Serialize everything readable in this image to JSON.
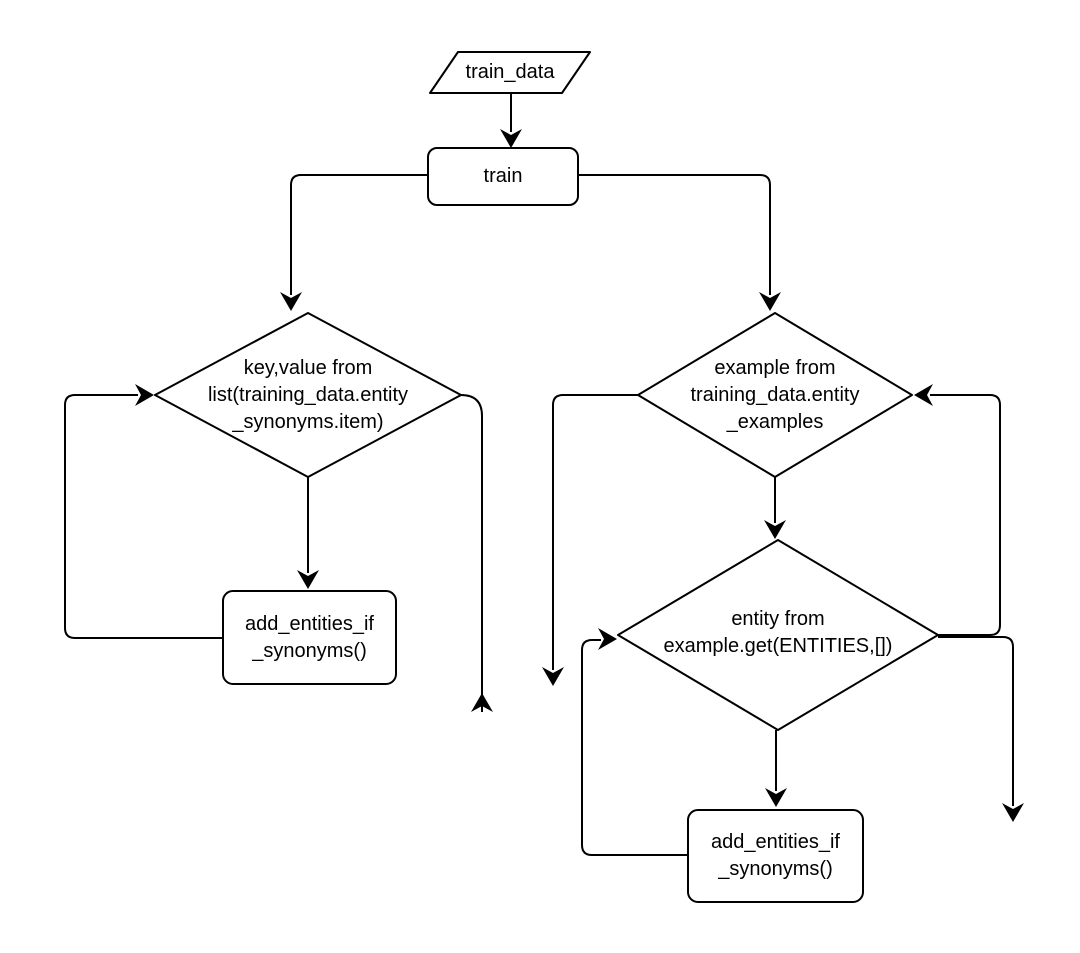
{
  "diagram": {
    "kind": "flowchart",
    "colors": {
      "background": "#ffffff",
      "shape_fill": "#ffffff",
      "stroke": "#000000",
      "text": "#000000"
    },
    "nodes": {
      "train_data": {
        "shape": "parallelogram",
        "label": "train_data"
      },
      "train": {
        "shape": "rounded-rectangle",
        "label": "train"
      },
      "loop_synonyms": {
        "shape": "diamond",
        "label": "key,value from list(training_data.entity_synonyms.item)",
        "lines": [
          "key,value from",
          "list(training_data.entity",
          "_synonyms.item)"
        ]
      },
      "loop_examples": {
        "shape": "diamond",
        "label": "example from training_data.entity_examples",
        "lines": [
          "example from",
          "training_data.entity",
          "_examples"
        ]
      },
      "loop_entities": {
        "shape": "diamond",
        "label": "entity from example.get(ENTITIES,[])",
        "lines": [
          "entity from",
          "example.get(ENTITIES,[])"
        ]
      },
      "body_synonyms": {
        "shape": "rounded-rectangle",
        "label": "add_entities_if_synonyms()",
        "lines": [
          "add_entities_if",
          "_synonyms()"
        ]
      },
      "body_entities": {
        "shape": "rounded-rectangle",
        "label": "add_entities_if_synonyms()",
        "lines": [
          "add_entities_if",
          "_synonyms()"
        ]
      }
    },
    "edges": [
      {
        "from": "train_data",
        "to": "train",
        "arrow": "down"
      },
      {
        "from": "train",
        "to": "loop_synonyms",
        "arrow": "down"
      },
      {
        "from": "train",
        "to": "loop_examples",
        "arrow": "down"
      },
      {
        "from": "loop_synonyms",
        "to": "body_synonyms",
        "arrow": "down"
      },
      {
        "from": "body_synonyms",
        "to": "loop_synonyms",
        "arrow": "right",
        "note": "loop back into left vertex"
      },
      {
        "from": "loop_synonyms",
        "to": "end_left",
        "arrow": "up",
        "note": "dangling exit line ending in upward arrowhead"
      },
      {
        "from": "loop_examples",
        "to": "loop_entities",
        "arrow": "down"
      },
      {
        "from": "loop_examples",
        "to": "end_center",
        "arrow": "down",
        "note": "dangling exit line from left vertex"
      },
      {
        "from": "loop_entities",
        "to": "body_entities",
        "arrow": "down"
      },
      {
        "from": "body_entities",
        "to": "loop_entities",
        "arrow": "right",
        "note": "loop back into left vertex"
      },
      {
        "from": "loop_entities",
        "to": "loop_examples",
        "arrow": "left",
        "note": "loop back into right vertex"
      },
      {
        "from": "loop_entities",
        "to": "end_right",
        "arrow": "down",
        "note": "dangling exit line from right vertex"
      }
    ]
  }
}
